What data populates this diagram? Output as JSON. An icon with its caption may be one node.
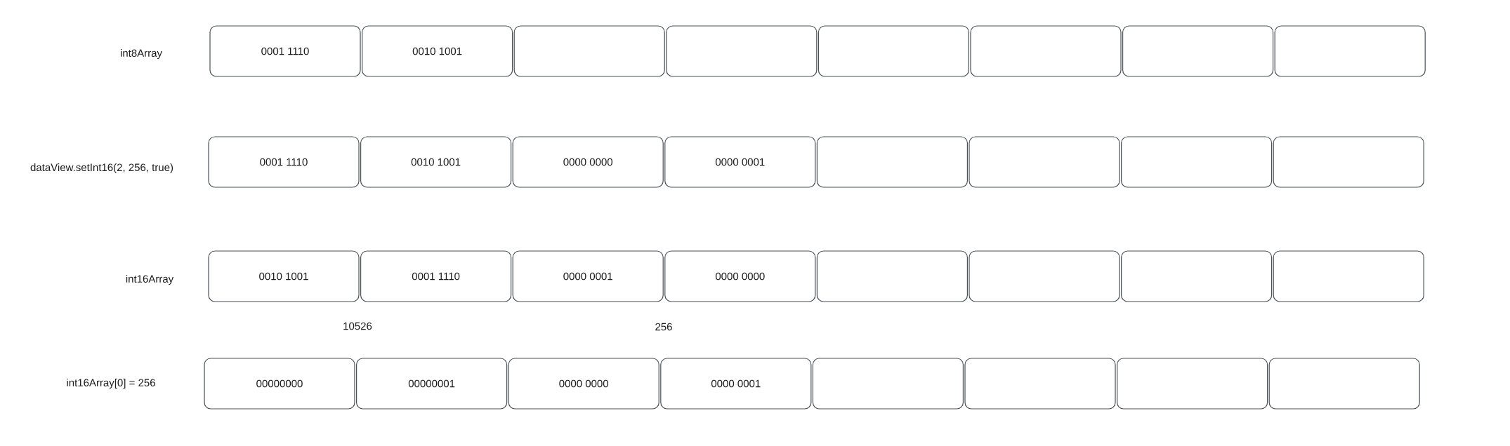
{
  "diagram": {
    "nodes": [
      {
        "text": [
          "0001 1110"
        ]
      },
      {
        "text": [
          "0010 1001"
        ]
      },
      {
        "text": [],
        "shape": "box"
      },
      {
        "text": [],
        "shape": "box"
      },
      {
        "text": [],
        "shape": "box"
      },
      {
        "text": [],
        "shape": "box"
      },
      {
        "text": [],
        "shape": "box"
      },
      {
        "text": [],
        "shape": "box"
      },
      {
        "text": [
          "0001 1110"
        ]
      },
      {
        "text": [
          "0010 1001"
        ]
      },
      {
        "text": [
          "0000 0000"
        ]
      },
      {
        "text": [
          "0000 0001"
        ]
      },
      {
        "text": [],
        "shape": "box"
      },
      {
        "text": [],
        "shape": "box"
      },
      {
        "text": [],
        "shape": "box"
      },
      {
        "text": [],
        "shape": "box"
      },
      {
        "text": [
          "0010 1001"
        ]
      },
      {
        "text": [
          "0001 1110"
        ]
      },
      {
        "text": [
          "0000 0001"
        ]
      },
      {
        "text": [
          "0000 0000"
        ]
      },
      {
        "text": [],
        "shape": "box"
      },
      {
        "text": [],
        "shape": "box"
      },
      {
        "text": [],
        "shape": "box"
      },
      {
        "text": [],
        "shape": "box"
      },
      {
        "text": [
          "00000000"
        ]
      },
      {
        "text": [
          "00000001"
        ]
      },
      {
        "text": [
          "0000 0000"
        ]
      },
      {
        "text": [
          "0000 0001"
        ]
      },
      {
        "text": [],
        "shape": "box"
      },
      {
        "text": [],
        "shape": "box"
      },
      {
        "text": [],
        "shape": "box"
      },
      {
        "text": [],
        "shape": "box"
      }
    ],
    "labels": [
      "int8Array",
      "dataView.setInt16(2, 256, true)",
      "int16Array",
      "10526",
      "256",
      "int16Array[0] = 256"
    ]
  }
}
